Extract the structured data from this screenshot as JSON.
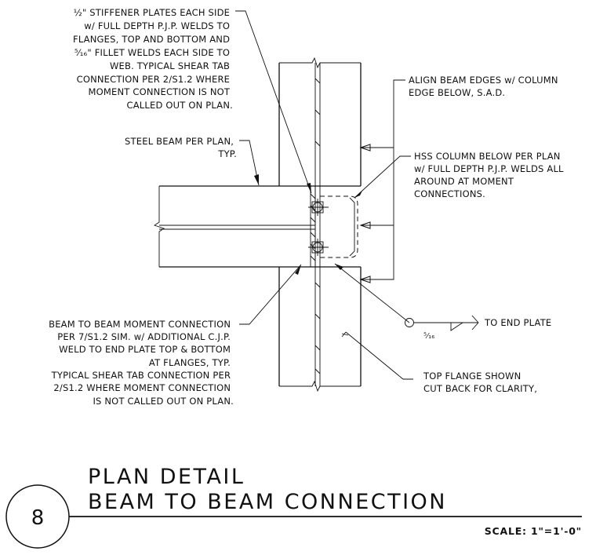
{
  "notes": {
    "stiffener": [
      "½\" STIFFENER PLATES EACH SIDE",
      "w/ FULL DEPTH P.J.P. WELDS TO",
      "FLANGES, TOP AND BOTTOM AND",
      "⁵⁄₁₆\" FILLET WELDS EACH SIDE TO",
      "WEB. TYPICAL SHEAR TAB",
      "CONNECTION PER 2/S1.2 WHERE",
      "MOMENT CONNECTION IS NOT",
      "CALLED OUT ON PLAN."
    ],
    "steel_beam": [
      "STEEL BEAM PER PLAN,",
      "TYP."
    ],
    "align": [
      "ALIGN BEAM EDGES w/ COLUMN",
      "EDGE BELOW, S.A.D."
    ],
    "hss": [
      "HSS COLUMN BELOW PER PLAN",
      "w/ FULL DEPTH P.J.P. WELDS ALL",
      "AROUND AT MOMENT",
      "CONNECTIONS."
    ],
    "weld_size": "⁵⁄₁₆",
    "end_plate": "TO END PLATE",
    "moment": [
      "BEAM TO BEAM MOMENT CONNECTION",
      "PER 7/S1.2 SIM. w/ ADDITIONAL C.J.P.",
      "WELD TO END PLATE TOP & BOTTOM",
      "AT FLANGES, TYP.",
      "TYPICAL SHEAR TAB CONNECTION PER",
      "2/S1.2 WHERE MOMENT CONNECTION",
      "IS NOT CALLED OUT ON PLAN."
    ],
    "top_flange": [
      "TOP FLANGE SHOWN",
      "CUT BACK FOR CLARITY,"
    ]
  },
  "title": {
    "line1": "PLAN DETAIL",
    "line2": "BEAM TO BEAM CONNECTION",
    "detail_number": "8",
    "scale": "SCALE: 1\"=1'-0\""
  }
}
